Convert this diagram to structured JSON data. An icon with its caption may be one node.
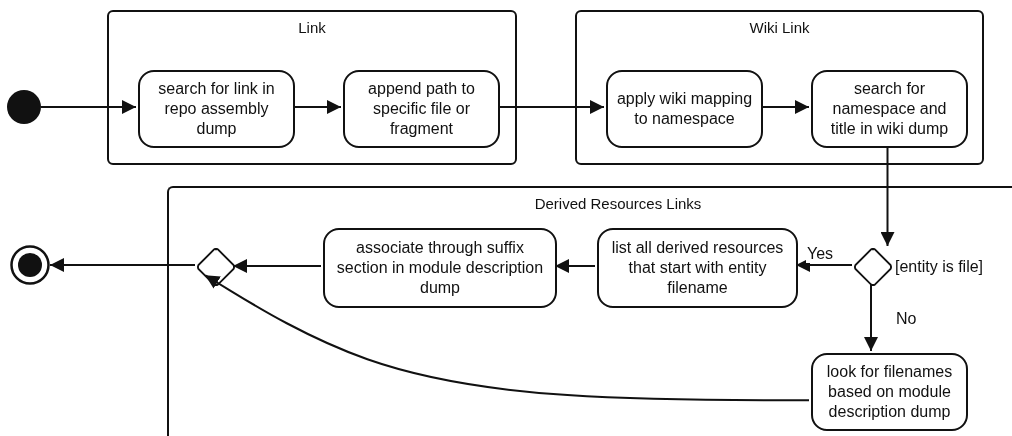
{
  "diagram": {
    "nodes": [
      {
        "text": [],
        "shape": "circle"
      },
      {
        "text": [
          "Link"
        ]
      },
      {
        "text": [
          "search for link in repo assembly dump"
        ],
        "in": 1
      },
      {
        "text": [
          "append path to specific file or fragment"
        ],
        "in": 1
      },
      {
        "text": [
          "Wiki Link"
        ]
      },
      {
        "text": [
          "apply wiki mapping to namespace"
        ],
        "in": 4
      },
      {
        "text": [
          "search for namespace and title in wiki dump"
        ],
        "in": 4
      },
      {
        "text": [
          "Derived Resources Links"
        ]
      },
      {
        "text": [],
        "shape": "diamond",
        "beside": [
          "[entity is file]"
        ],
        "in": 7
      },
      {
        "text": [
          "list all derived resources that start with entity filename"
        ],
        "in": 7
      },
      {
        "text": [
          "associate through suffix section in module description dump"
        ],
        "in": 7
      },
      {
        "text": [],
        "shape": "diamond",
        "in": 7
      },
      {
        "text": [
          "look for filenames based on module description dump"
        ],
        "in": 7
      },
      {
        "text": [],
        "shape": "circle"
      }
    ],
    "edges": [
      {
        "from": 0,
        "to": 2,
        "arrow": "to"
      },
      {
        "from": 2,
        "to": 3,
        "arrow": "to"
      },
      {
        "from": 3,
        "to": 5,
        "arrow": "to"
      },
      {
        "from": 5,
        "to": 6,
        "arrow": "to"
      },
      {
        "from": 6,
        "to": 8,
        "arrow": "to"
      },
      {
        "from": 8,
        "to": 9,
        "arrow": "to",
        "label": "Yes"
      },
      {
        "from": 9,
        "to": 10,
        "arrow": "to"
      },
      {
        "from": 10,
        "to": 11,
        "arrow": "to"
      },
      {
        "from": 8,
        "to": 12,
        "arrow": "to",
        "label": "No"
      },
      {
        "from": 12,
        "to": 11,
        "arrow": "to"
      },
      {
        "from": 11,
        "to": 13,
        "arrow": "to"
      }
    ]
  }
}
